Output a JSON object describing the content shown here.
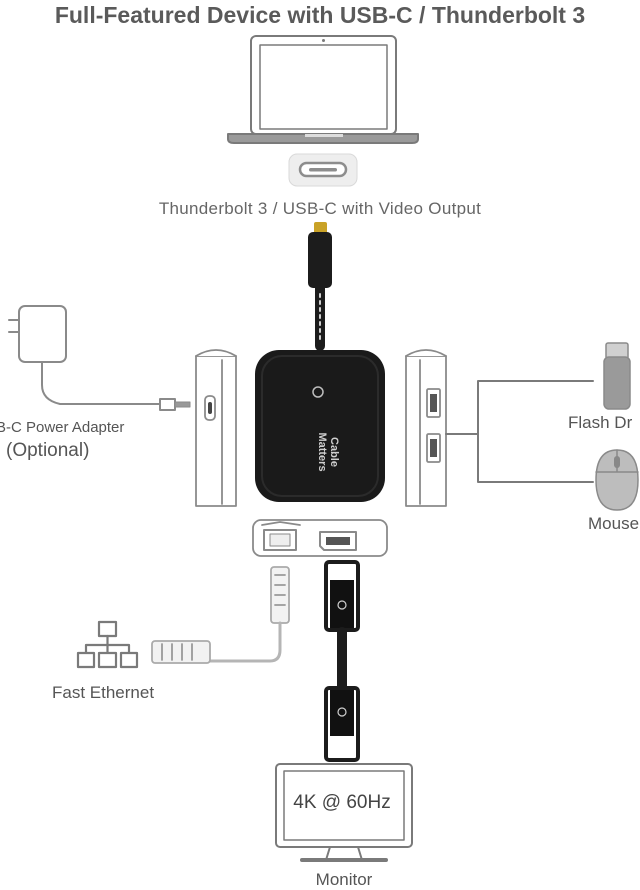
{
  "title": "Full-Featured Device with USB-C / Thunderbolt 3",
  "port_label": "Thunderbolt 3 / USB-C with Video Output",
  "power_adapter": {
    "label": "B-C Power Adapter",
    "note": "(Optional)"
  },
  "usb_devices": {
    "flash_drive": "Flash Dr",
    "mouse": "Mouse"
  },
  "hub_brand": "Cable Matters",
  "ethernet": {
    "label": "Fast Ethernet"
  },
  "monitor": {
    "resolution": "4K @ 60Hz",
    "label": "Monitor"
  },
  "colors": {
    "line": "#7a7a7a",
    "light_line": "#b5b5b5",
    "hub": "#1a1a1a",
    "cable": "#1c1c1c",
    "tip": "#c9a227",
    "text": "#555555"
  },
  "icons": [
    "laptop-icon",
    "usb-c-port-icon",
    "power-adapter-icon",
    "flash-drive-icon",
    "mouse-icon",
    "network-icon",
    "monitor-icon"
  ]
}
